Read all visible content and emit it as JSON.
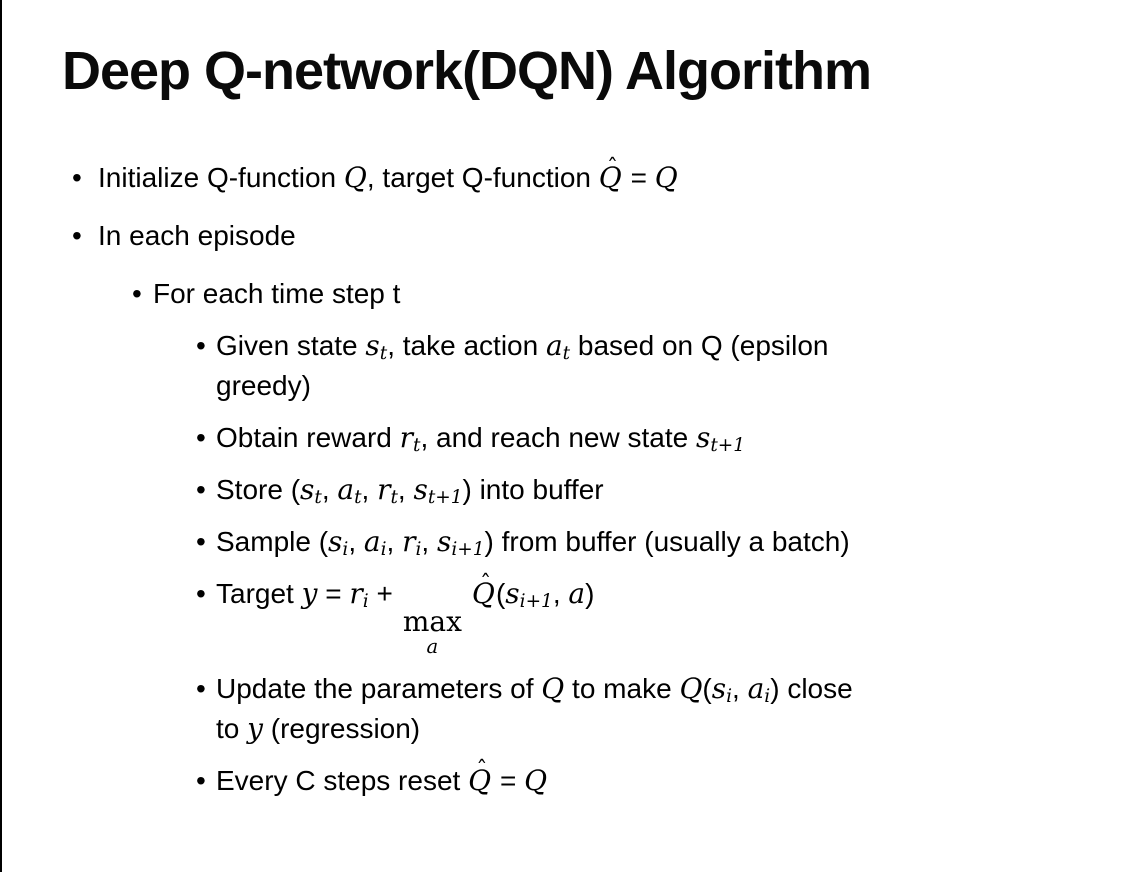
{
  "slide": {
    "title": "Deep Q-network(DQN) Algorithm",
    "bullet_char": "•",
    "hat_char": "ˆ",
    "colors": {
      "background": "#ffffff",
      "text": "#000000",
      "edge_line": "#000000"
    },
    "bullets": [
      {
        "level": 1,
        "segments": [
          {
            "k": "t",
            "x": "Initialize Q-function "
          },
          {
            "k": "m",
            "x": "Q"
          },
          {
            "k": "t",
            "x": ", target Q-function "
          },
          {
            "k": "qh",
            "x": "Q"
          },
          {
            "k": "t",
            "x": " = "
          },
          {
            "k": "m",
            "x": "Q"
          }
        ]
      },
      {
        "level": 1,
        "segments": [
          {
            "k": "t",
            "x": "In each episode"
          }
        ]
      },
      {
        "level": 2,
        "segments": [
          {
            "k": "t",
            "x": "For each time step t"
          }
        ]
      },
      {
        "level": 3,
        "segments": [
          {
            "k": "t",
            "x": "Given state "
          },
          {
            "k": "ms",
            "x": "s",
            "s": "t"
          },
          {
            "k": "t",
            "x": ", take action "
          },
          {
            "k": "ms",
            "x": "a",
            "s": "t"
          },
          {
            "k": "t",
            "x": " based on Q (epsilon"
          },
          {
            "k": "br"
          },
          {
            "k": "t",
            "x": "greedy)"
          }
        ]
      },
      {
        "level": 3,
        "segments": [
          {
            "k": "t",
            "x": "Obtain reward "
          },
          {
            "k": "ms",
            "x": "r",
            "s": "t"
          },
          {
            "k": "t",
            "x": ", and reach new state "
          },
          {
            "k": "ms",
            "x": "s",
            "s": "t+1"
          }
        ]
      },
      {
        "level": 3,
        "segments": [
          {
            "k": "t",
            "x": "Store ("
          },
          {
            "k": "ms",
            "x": "s",
            "s": "t"
          },
          {
            "k": "t",
            "x": ", "
          },
          {
            "k": "ms",
            "x": "a",
            "s": "t"
          },
          {
            "k": "t",
            "x": ", "
          },
          {
            "k": "ms",
            "x": "r",
            "s": "t"
          },
          {
            "k": "t",
            "x": ", "
          },
          {
            "k": "ms",
            "x": "s",
            "s": "t+1"
          },
          {
            "k": "t",
            "x": ") into buffer"
          }
        ]
      },
      {
        "level": 3,
        "segments": [
          {
            "k": "t",
            "x": "Sample ("
          },
          {
            "k": "ms",
            "x": "s",
            "s": "i"
          },
          {
            "k": "t",
            "x": ", "
          },
          {
            "k": "ms",
            "x": "a",
            "s": "i"
          },
          {
            "k": "t",
            "x": ", "
          },
          {
            "k": "ms",
            "x": "r",
            "s": "i"
          },
          {
            "k": "t",
            "x": ", "
          },
          {
            "k": "ms",
            "x": "s",
            "s": "i+1"
          },
          {
            "k": "t",
            "x": ") from buffer (usually a batch)"
          }
        ]
      },
      {
        "level": 3,
        "segments": [
          {
            "k": "t",
            "x": "Target "
          },
          {
            "k": "m",
            "x": "y"
          },
          {
            "k": "t",
            "x": " = "
          },
          {
            "k": "ms",
            "x": "r",
            "s": "i"
          },
          {
            "k": "t",
            "x": " + "
          },
          {
            "k": "mx",
            "x": "max",
            "u": "a"
          },
          {
            "k": "t",
            "x": " "
          },
          {
            "k": "qh",
            "x": "Q"
          },
          {
            "k": "t",
            "x": "("
          },
          {
            "k": "ms",
            "x": "s",
            "s": "i+1"
          },
          {
            "k": "t",
            "x": ", "
          },
          {
            "k": "m",
            "x": "a"
          },
          {
            "k": "t",
            "x": ")"
          }
        ]
      },
      {
        "level": 3,
        "segments": [
          {
            "k": "t",
            "x": "Update the parameters of "
          },
          {
            "k": "m",
            "x": "Q"
          },
          {
            "k": "t",
            "x": " to make "
          },
          {
            "k": "m",
            "x": "Q"
          },
          {
            "k": "t",
            "x": "("
          },
          {
            "k": "ms",
            "x": "s",
            "s": "i"
          },
          {
            "k": "t",
            "x": ", "
          },
          {
            "k": "ms",
            "x": "a",
            "s": "i"
          },
          {
            "k": "t",
            "x": ") close"
          },
          {
            "k": "br"
          },
          {
            "k": "t",
            "x": "to "
          },
          {
            "k": "m",
            "x": "y"
          },
          {
            "k": "t",
            "x": " (regression)"
          }
        ]
      },
      {
        "level": 3,
        "segments": [
          {
            "k": "t",
            "x": "Every C steps reset "
          },
          {
            "k": "qh",
            "x": "Q"
          },
          {
            "k": "t",
            "x": " = "
          },
          {
            "k": "m",
            "x": "Q"
          }
        ]
      }
    ]
  }
}
